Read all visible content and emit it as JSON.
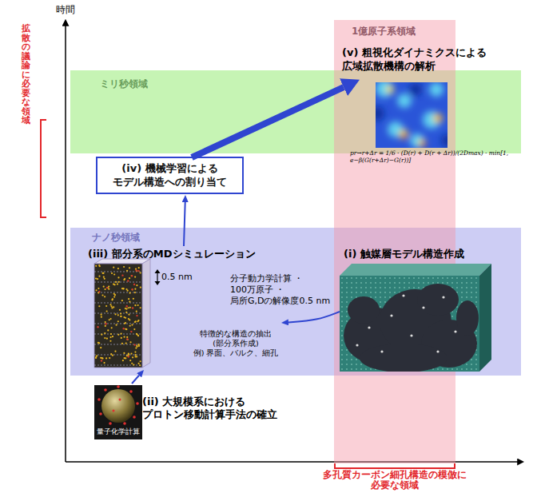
{
  "diagram": {
    "nodes": [
      {
        "text": [
          "ミリ秒領域"
        ]
      },
      {
        "text": [
          "ナノ秒領域"
        ]
      },
      {
        "text": [
          "1億原子系領域"
        ]
      },
      {
        "text": [
          "(v) 粗視化ダイナミクスによる 広域拡散機構の解析"
        ],
        "in": 2
      },
      {
        "text": [
          "(iv) 機械学習による モデル構造への割り当て"
        ]
      },
      {
        "text": [
          "(iii) 部分系のMDシミュレーション"
        ],
        "in": 1
      },
      {
        "text": [
          "(i) 触媒層モデル構造作成"
        ],
        "in": 1
      },
      {
        "text": [
          "(ii) 大規模系における プロトン移動計算手法の確立"
        ]
      }
    ],
    "edges": [
      {
        "from": 7,
        "to": 5,
        "arrow": "to"
      },
      {
        "from": 6,
        "to": 5,
        "arrow": "to"
      },
      {
        "from": 5,
        "to": 4,
        "arrow": "to"
      },
      {
        "from": 4,
        "to": 3,
        "arrow": "to"
      }
    ],
    "labels": [
      "時間",
      "拡散の議論に必要な領域",
      "pr→r+Δr = 1/6 · (D(r) + D(r + Δr))/(2Dmax) · min[1, e−β(G(r+Δr)−G(r))]",
      "0.5 nm",
      "分子動力学計算 ・100万原子 ・局所G,Dの解像度0.5 nm",
      "特徴的な構造の抽出",
      "(部分系作成)",
      "例) 界面、バルク、細孔",
      "量子化学計算",
      "多孔質カーボン細孔構造の模倣に 必要な領域"
    ]
  }
}
